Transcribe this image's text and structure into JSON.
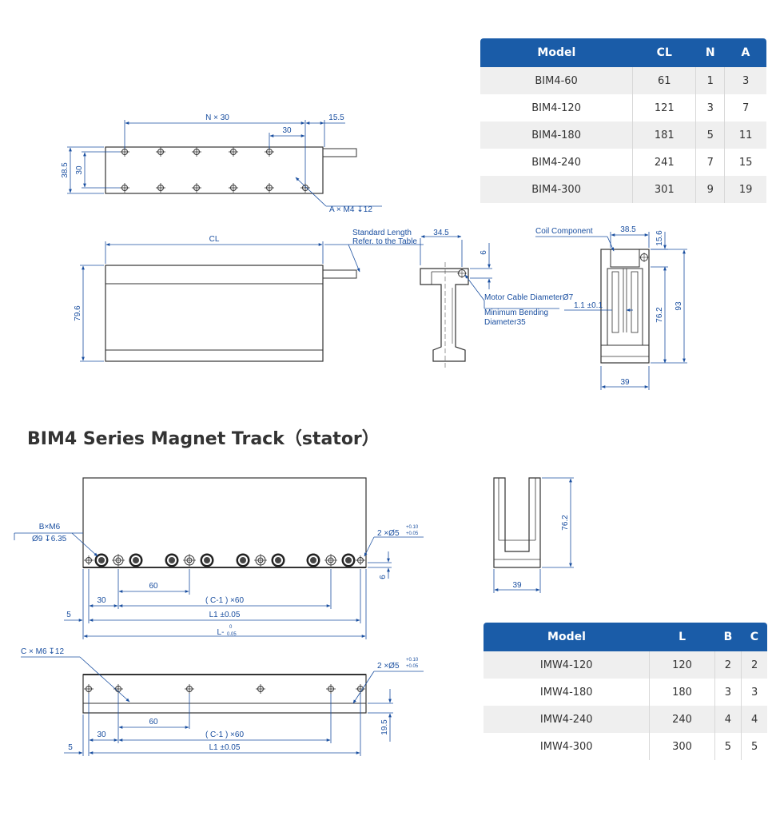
{
  "section_title": "BIM4 Series Magnet Track（stator）",
  "table1": {
    "headers": [
      "Model",
      "CL",
      "N",
      "A"
    ],
    "rows": [
      [
        "BIM4-60",
        "61",
        "1",
        "3"
      ],
      [
        "BIM4-120",
        "121",
        "3",
        "7"
      ],
      [
        "BIM4-180",
        "181",
        "5",
        "11"
      ],
      [
        "BIM4-240",
        "241",
        "7",
        "15"
      ],
      [
        "BIM4-300",
        "301",
        "9",
        "19"
      ]
    ]
  },
  "table2": {
    "headers": [
      "Model",
      "L",
      "B",
      "C"
    ],
    "rows": [
      [
        "IMW4-120",
        "120",
        "2",
        "2"
      ],
      [
        "IMW4-180",
        "180",
        "3",
        "3"
      ],
      [
        "IMW4-240",
        "240",
        "4",
        "4"
      ],
      [
        "IMW4-300",
        "300",
        "5",
        "5"
      ]
    ]
  },
  "labels": {
    "n_x_30": "N × 30",
    "d30": "30",
    "d15_5": "15.5",
    "d38_5": "38.5",
    "a_m4": "A × M4",
    "depth12": "12",
    "cl": "CL",
    "d79_6": "79.6",
    "std_length": "Standard Length",
    "refer_table": "Refer. to the Table",
    "d34_5": "34.5",
    "d6": "6",
    "motor_cable": "Motor Cable DiameterØ7",
    "min_bending": "Minimum Bending",
    "diameter35": "Diameter35",
    "coil_component": "Coil Component",
    "d15_6": "15.6",
    "d1_1": "1.1 ±0.1",
    "d76_2": "76.2",
    "d93": "93",
    "d39": "39",
    "b_m6": "B×M6",
    "cbore": "Ø9",
    "cbore_depth": "6.35",
    "two_d5": "2 ×Ø5",
    "tol_plus": "+0.10",
    "tol_minus": "+0.05",
    "d60": "60",
    "c_minus_1": "( C-1 ) ×60",
    "d5": "5",
    "l1_tol": "L1 ±0.05",
    "l_label": "L-",
    "l_tol_top": "0",
    "l_tol_bottom": "0.05",
    "c_m6": "C × M6",
    "d19_5": "19.5"
  },
  "colors": {
    "dimension": "#1a4fa0",
    "outline": "#333333",
    "header": "#1a5ca8"
  }
}
